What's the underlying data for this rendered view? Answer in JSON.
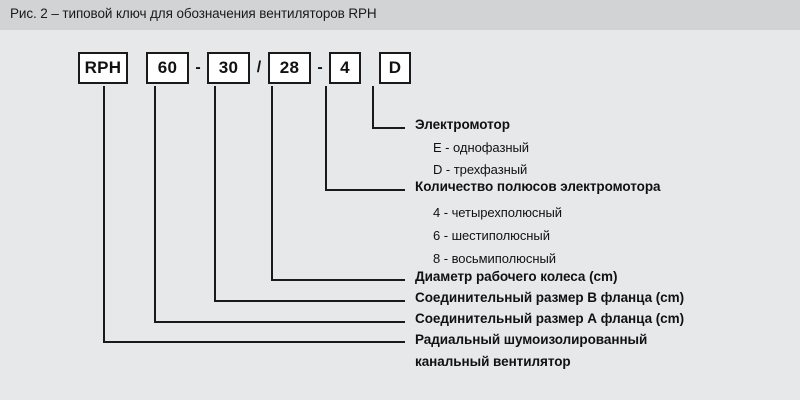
{
  "caption": "Рис. 2 – типовой ключ для обозначения вентиляторов RPH",
  "code": {
    "segments": [
      {
        "value": "RPH",
        "width": 50
      },
      {
        "value": "60",
        "width": 43
      },
      {
        "value": "30",
        "width": 43
      },
      {
        "value": "28",
        "width": 43
      },
      {
        "value": "4",
        "width": 32
      },
      {
        "value": "D",
        "width": 32
      }
    ],
    "separators": [
      "",
      "-",
      "/",
      "-",
      ""
    ]
  },
  "legend": [
    {
      "title": "Электромотор",
      "options": [
        "E - однофазный",
        "D - трехфазный"
      ]
    },
    {
      "title": "Количество полюсов электромотора",
      "options": [
        "4 - четырехполюсный",
        "6 - шестиполюсный",
        "8 - восьмиполюсный"
      ]
    },
    {
      "title": "Диаметр рабочего колеса (cm)",
      "options": []
    },
    {
      "title": "Соединительный размер В фланца (cm)",
      "options": []
    },
    {
      "title": "Соединительный размер А фланца (cm)",
      "options": []
    },
    {
      "title": "Радиальный шумоизолированный",
      "title_line2": "канальный вентилятор",
      "options": []
    }
  ],
  "colors": {
    "panel_bg": "#e7e8e9",
    "caption_bg": "#d2d3d4",
    "ink": "#1a1a1a",
    "box_fill": "#ffffff"
  }
}
